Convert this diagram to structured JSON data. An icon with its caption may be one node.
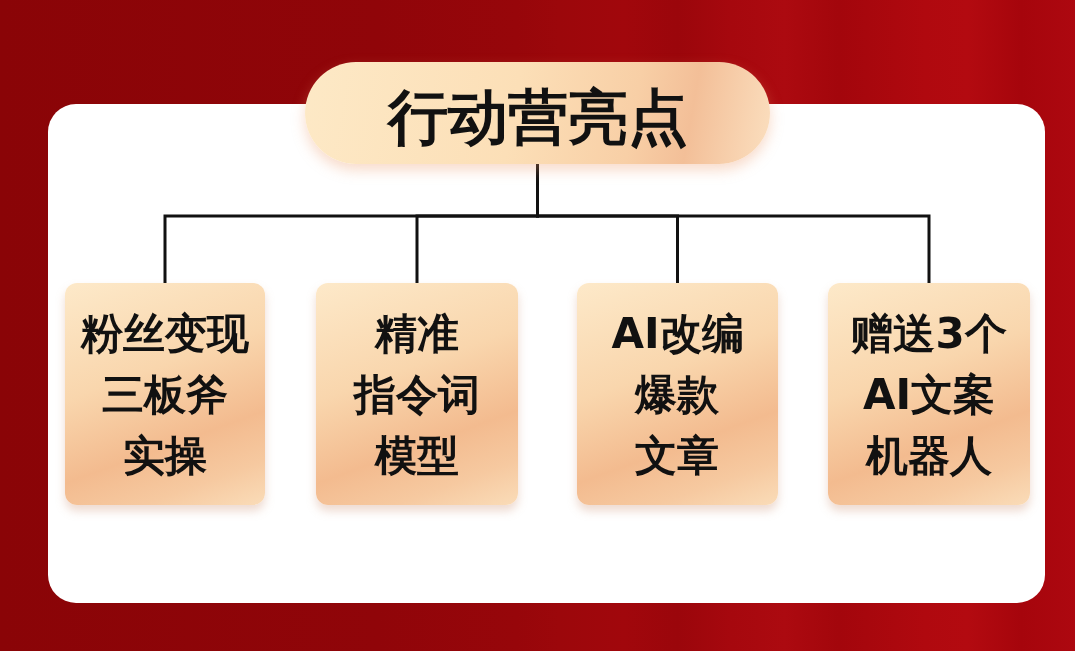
{
  "diagram": {
    "nodes": [
      {
        "text": [
          "行动营亮点"
        ]
      },
      {
        "text": [
          "粉丝变现三板斧实操"
        ]
      },
      {
        "text": [
          "精准指令词模型"
        ]
      },
      {
        "text": [
          "AI改编爆款文章"
        ]
      },
      {
        "text": [
          "赠送3个AI文案机器人"
        ]
      }
    ],
    "edges": [
      {
        "from": 0,
        "to": 1,
        "arrow": "none"
      },
      {
        "from": 0,
        "to": 2,
        "arrow": "none"
      },
      {
        "from": 0,
        "to": 3,
        "arrow": "none"
      },
      {
        "from": 0,
        "to": 4,
        "arrow": "none"
      }
    ]
  }
}
